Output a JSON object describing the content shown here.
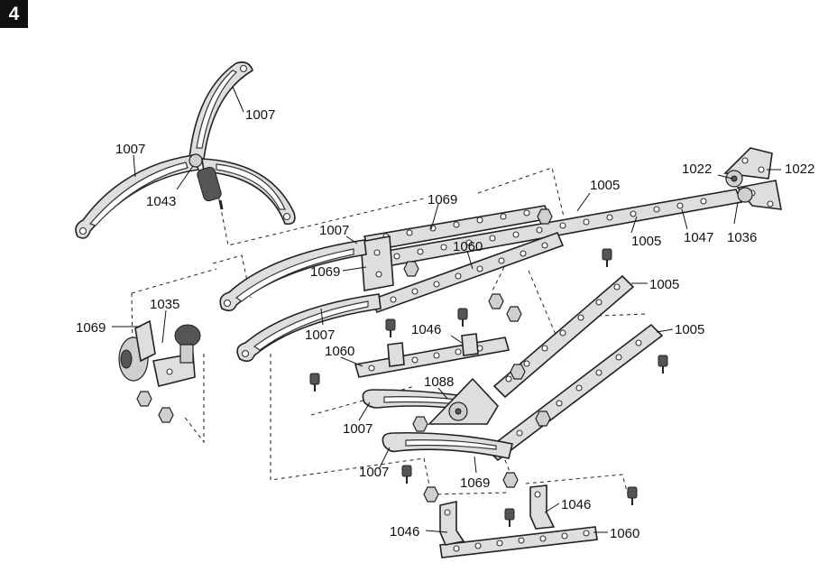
{
  "step_number": "4",
  "labels": {
    "p1007_a": "1007",
    "p1007_b": "1007",
    "p1043": "1043",
    "p1069_a": "1069",
    "p1005_a": "1005",
    "p1022_a": "1022",
    "p1022_b": "1022",
    "p1007_c": "1007",
    "p1060_a": "1060",
    "p1069_b": "1069",
    "p1005_b": "1005",
    "p1047": "1047",
    "p1036": "1036",
    "p1005_c": "1005",
    "p1035": "1035",
    "p1069_c": "1069",
    "p1007_d": "1007",
    "p1046_a": "1046",
    "p1005_d": "1005",
    "p1060_b": "1060",
    "p1088": "1088",
    "p1007_e": "1007",
    "p1007_f": "1007",
    "p1069_d": "1069",
    "p1046_b": "1046",
    "p1046_c": "1046",
    "p1060_c": "1060"
  }
}
